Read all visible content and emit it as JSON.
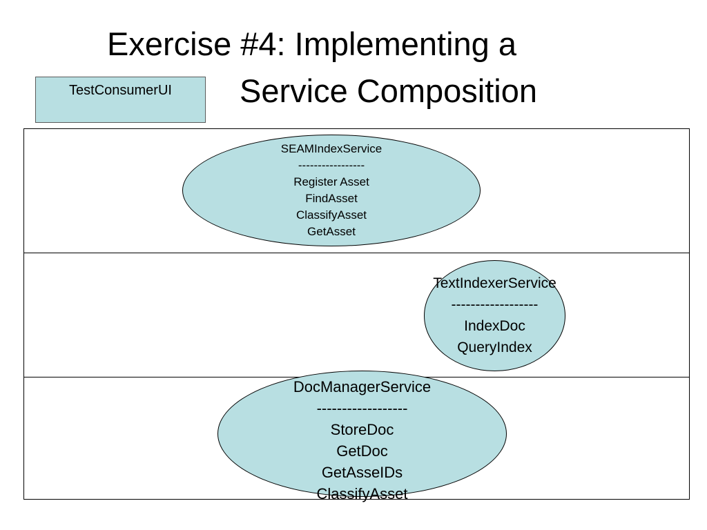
{
  "title": {
    "line1": "Exercise #4: Implementing a",
    "line2": "Service Composition"
  },
  "consumer": {
    "label": "TestConsumerUI"
  },
  "services": {
    "seam": {
      "name": "SEAMIndexService",
      "divider": "-----------------",
      "ops": [
        "Register Asset",
        "FindAsset",
        "ClassifyAsset",
        "GetAsset"
      ]
    },
    "textindexer": {
      "name": "TextIndexerService",
      "divider": "------------------",
      "ops": [
        "IndexDoc",
        "QueryIndex"
      ]
    },
    "docmanager": {
      "name": "DocManagerService",
      "divider": "------------------",
      "ops": [
        "StoreDoc",
        "GetDoc",
        "GetAsseIDs",
        "ClassifyAsset"
      ]
    }
  },
  "colors": {
    "fill": "#b8dfe2",
    "border": "#000000"
  }
}
